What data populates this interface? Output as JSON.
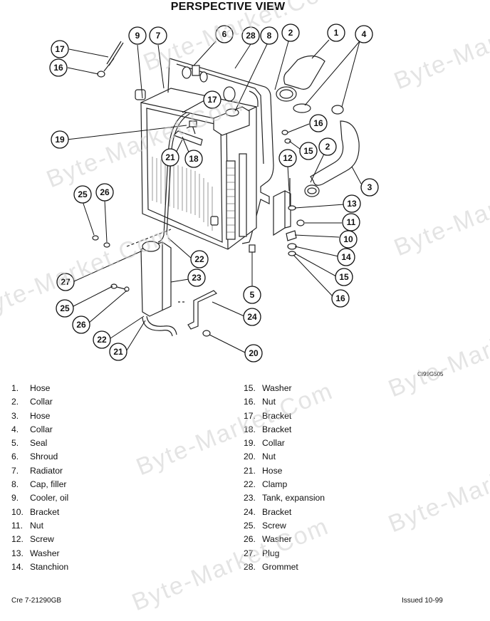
{
  "title": "PERSPECTIVE VIEW",
  "figure_code": "CI99G505",
  "footer": {
    "left": "Cre  7-21290GB",
    "right": "Issued 10-99"
  },
  "watermark": "Byte-Market.Com",
  "parts_left": [
    {
      "num": "1.",
      "name": "Hose"
    },
    {
      "num": "2.",
      "name": "Collar"
    },
    {
      "num": "3.",
      "name": "Hose"
    },
    {
      "num": "4.",
      "name": "Collar"
    },
    {
      "num": "5.",
      "name": "Seal"
    },
    {
      "num": "6.",
      "name": "Shroud"
    },
    {
      "num": "7.",
      "name": "Radiator"
    },
    {
      "num": "8.",
      "name": "Cap, filler"
    },
    {
      "num": "9.",
      "name": "Cooler, oil"
    },
    {
      "num": "10.",
      "name": "Bracket"
    },
    {
      "num": "11.",
      "name": "Nut"
    },
    {
      "num": "12.",
      "name": "Screw"
    },
    {
      "num": "13.",
      "name": "Washer"
    },
    {
      "num": "14.",
      "name": "Stanchion"
    }
  ],
  "parts_right": [
    {
      "num": "15.",
      "name": "Washer"
    },
    {
      "num": "16.",
      "name": "Nut"
    },
    {
      "num": "17.",
      "name": "Bracket"
    },
    {
      "num": "18.",
      "name": "Bracket"
    },
    {
      "num": "19.",
      "name": "Collar"
    },
    {
      "num": "20.",
      "name": "Nut"
    },
    {
      "num": "21.",
      "name": "Hose"
    },
    {
      "num": "22.",
      "name": "Clamp"
    },
    {
      "num": "23.",
      "name": "Tank, expansion"
    },
    {
      "num": "24.",
      "name": "Bracket"
    },
    {
      "num": "25.",
      "name": "Screw"
    },
    {
      "num": "26.",
      "name": "Washer"
    },
    {
      "num": "27.",
      "name": "Plug"
    },
    {
      "num": "28.",
      "name": "Grommet"
    }
  ],
  "callouts": [
    "17",
    "16",
    "9",
    "7",
    "6",
    "28",
    "8",
    "2",
    "1",
    "4",
    "17",
    "19",
    "16",
    "15",
    "21",
    "18",
    "2",
    "3",
    "25",
    "26",
    "12",
    "13",
    "11",
    "10",
    "22",
    "14",
    "27",
    "15",
    "23",
    "16",
    "25",
    "5",
    "26",
    "24",
    "22",
    "21",
    "20"
  ]
}
